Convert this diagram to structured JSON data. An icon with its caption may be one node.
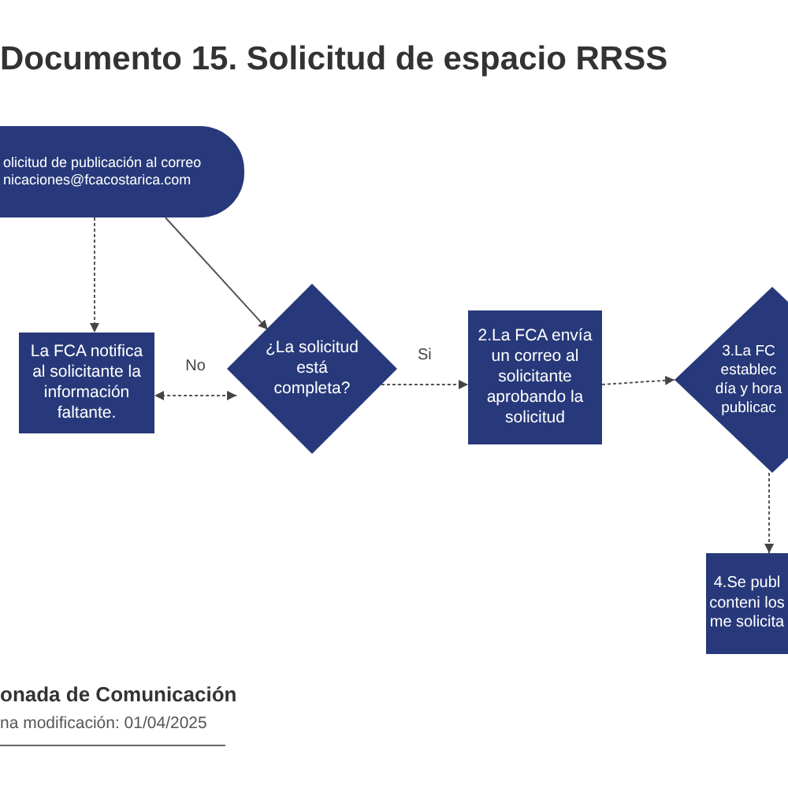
{
  "diagram": {
    "title": "Documento 15. Solicitud de espacio RRSS",
    "nodes": [
      {
        "text": [
          "olicitud de publicación al correo nicaciones@fcacostarica.com"
        ]
      },
      {
        "text": [
          "La FCA notifica al solicitante la información faltante."
        ]
      },
      {
        "text": [
          "¿La solicitud está completa?"
        ]
      },
      {
        "text": [
          "2.La FCA envía un correo al solicitante aprobando la solicitud"
        ]
      },
      {
        "text": [
          "3.La FC establec día y hora publicac"
        ]
      },
      {
        "text": [
          "4.Se publ conteni los me solicita"
        ]
      }
    ],
    "edges": [
      {
        "from": 0,
        "to": 1,
        "arrow": "to",
        "style": "dashed"
      },
      {
        "from": 0,
        "to": 2,
        "arrow": "to"
      },
      {
        "from": 2,
        "to": 1,
        "arrow": "both",
        "label": "No",
        "style": "dashed"
      },
      {
        "from": 2,
        "to": 3,
        "arrow": "to",
        "label": "Si",
        "style": "dashed"
      },
      {
        "from": 3,
        "to": 4,
        "arrow": "to",
        "style": "dashed"
      },
      {
        "from": 4,
        "to": 5,
        "arrow": "to",
        "style": "dashed"
      }
    ],
    "labels": [
      "onada de Comunicación",
      "na modificación: 01/04/2025"
    ]
  }
}
